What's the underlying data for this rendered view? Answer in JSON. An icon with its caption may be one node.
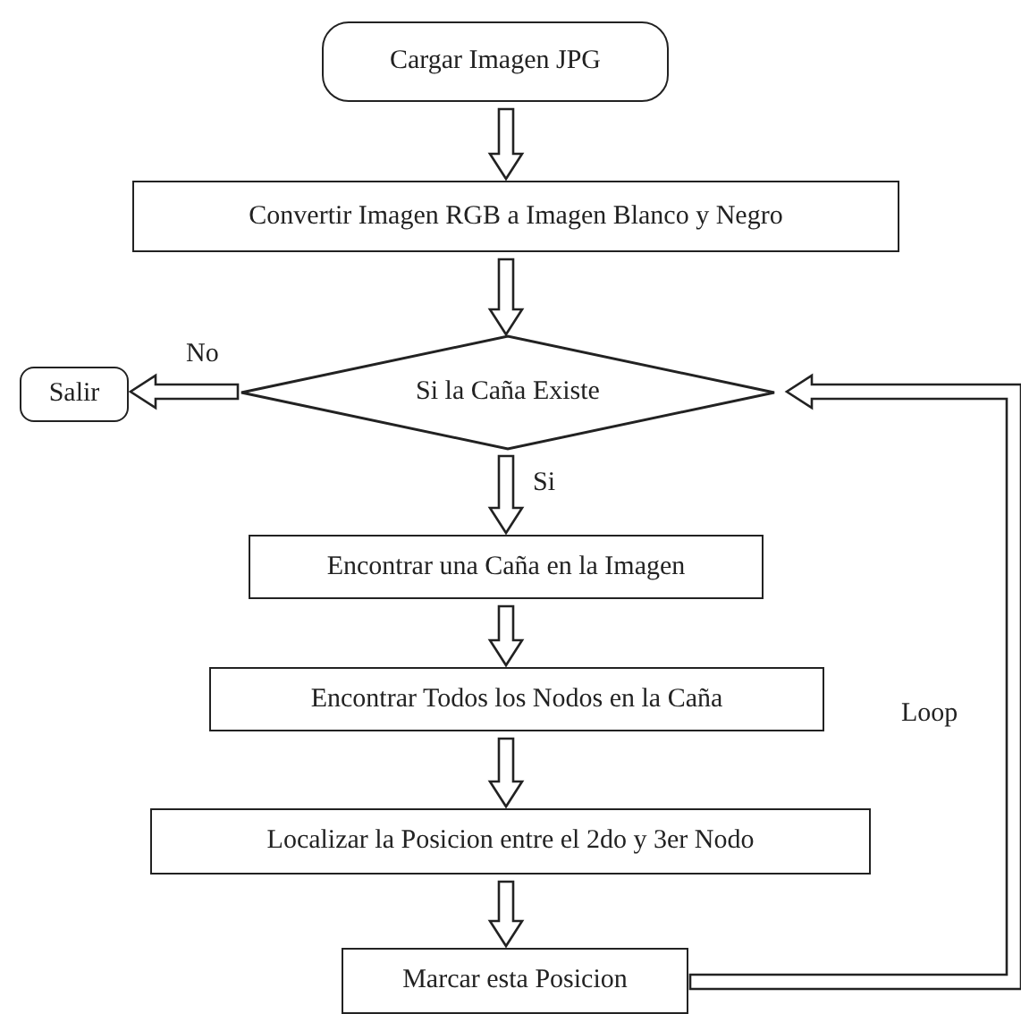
{
  "diagram": {
    "nodes": [
      {
        "text": [
          "Cargar Imagen JPG"
        ]
      },
      {
        "text": [
          "Convertir Imagen RGB a Imagen Blanco y Negro"
        ]
      },
      {
        "text": [
          "Si la Caña Existe"
        ]
      },
      {
        "text": [
          "Salir"
        ]
      },
      {
        "text": [
          "Encontrar una Caña en la Imagen"
        ]
      },
      {
        "text": [
          "Encontrar Todos los Nodos en la Caña"
        ]
      },
      {
        "text": [
          "Localizar la Posicion entre el 2do y 3er Nodo"
        ]
      },
      {
        "text": [
          "Marcar esta Posicion"
        ]
      }
    ],
    "edges": [
      {
        "from": 0,
        "to": 1,
        "arrow": "to"
      },
      {
        "from": 1,
        "to": 2,
        "arrow": "to"
      },
      {
        "from": 2,
        "to": 3,
        "arrow": "to",
        "label": "No"
      },
      {
        "from": 2,
        "to": 4,
        "arrow": "to",
        "label": "Si"
      },
      {
        "from": 4,
        "to": 5,
        "arrow": "to"
      },
      {
        "from": 5,
        "to": 6,
        "arrow": "to"
      },
      {
        "from": 6,
        "to": 7,
        "arrow": "to"
      },
      {
        "from": 7,
        "to": 2,
        "arrow": "to",
        "label": "Loop"
      }
    ]
  }
}
